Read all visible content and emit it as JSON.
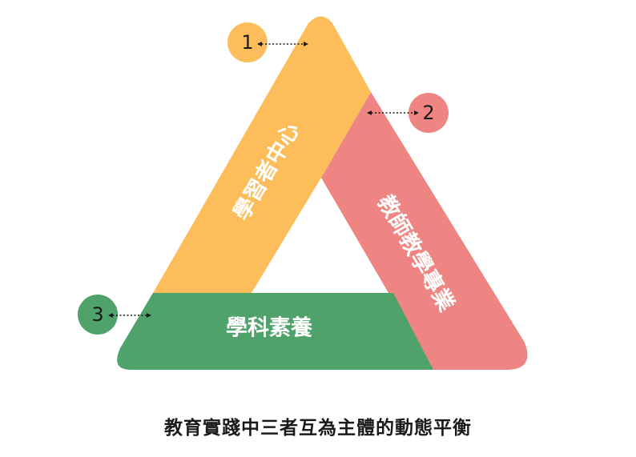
{
  "bands": {
    "learner": {
      "label": "學習者中心",
      "color": "#FDBD5A"
    },
    "teacher": {
      "label": "教師教學專業",
      "color": "#EE8582"
    },
    "subject": {
      "label": "學科素養",
      "color": "#4FA36A"
    }
  },
  "markers": [
    {
      "number": "1",
      "color": "#FDBD5A"
    },
    {
      "number": "2",
      "color": "#EE8582"
    },
    {
      "number": "3",
      "color": "#4FA36A"
    }
  ],
  "caption": "教育實踐中三者互為主體的動態平衡"
}
